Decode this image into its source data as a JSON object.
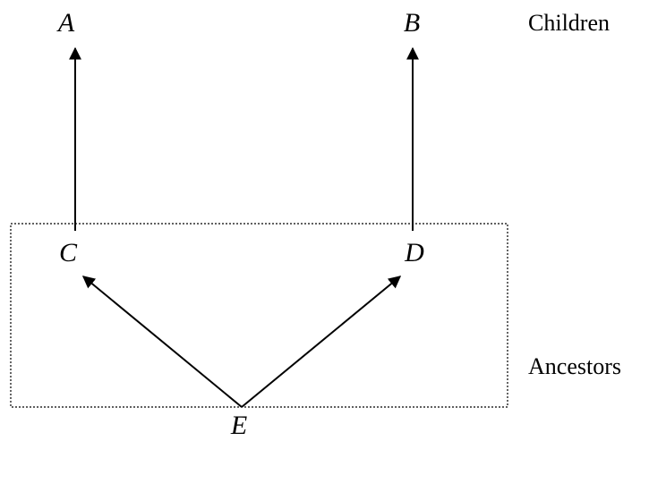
{
  "nodes": {
    "a": "A",
    "b": "B",
    "c": "C",
    "d": "D",
    "e": "E"
  },
  "group_labels": {
    "children": "Children",
    "ancestors": "Ancestors"
  },
  "edges": [
    {
      "from": "C",
      "to": "A"
    },
    {
      "from": "D",
      "to": "B"
    },
    {
      "from": "E",
      "to": "C"
    },
    {
      "from": "E",
      "to": "D"
    }
  ]
}
